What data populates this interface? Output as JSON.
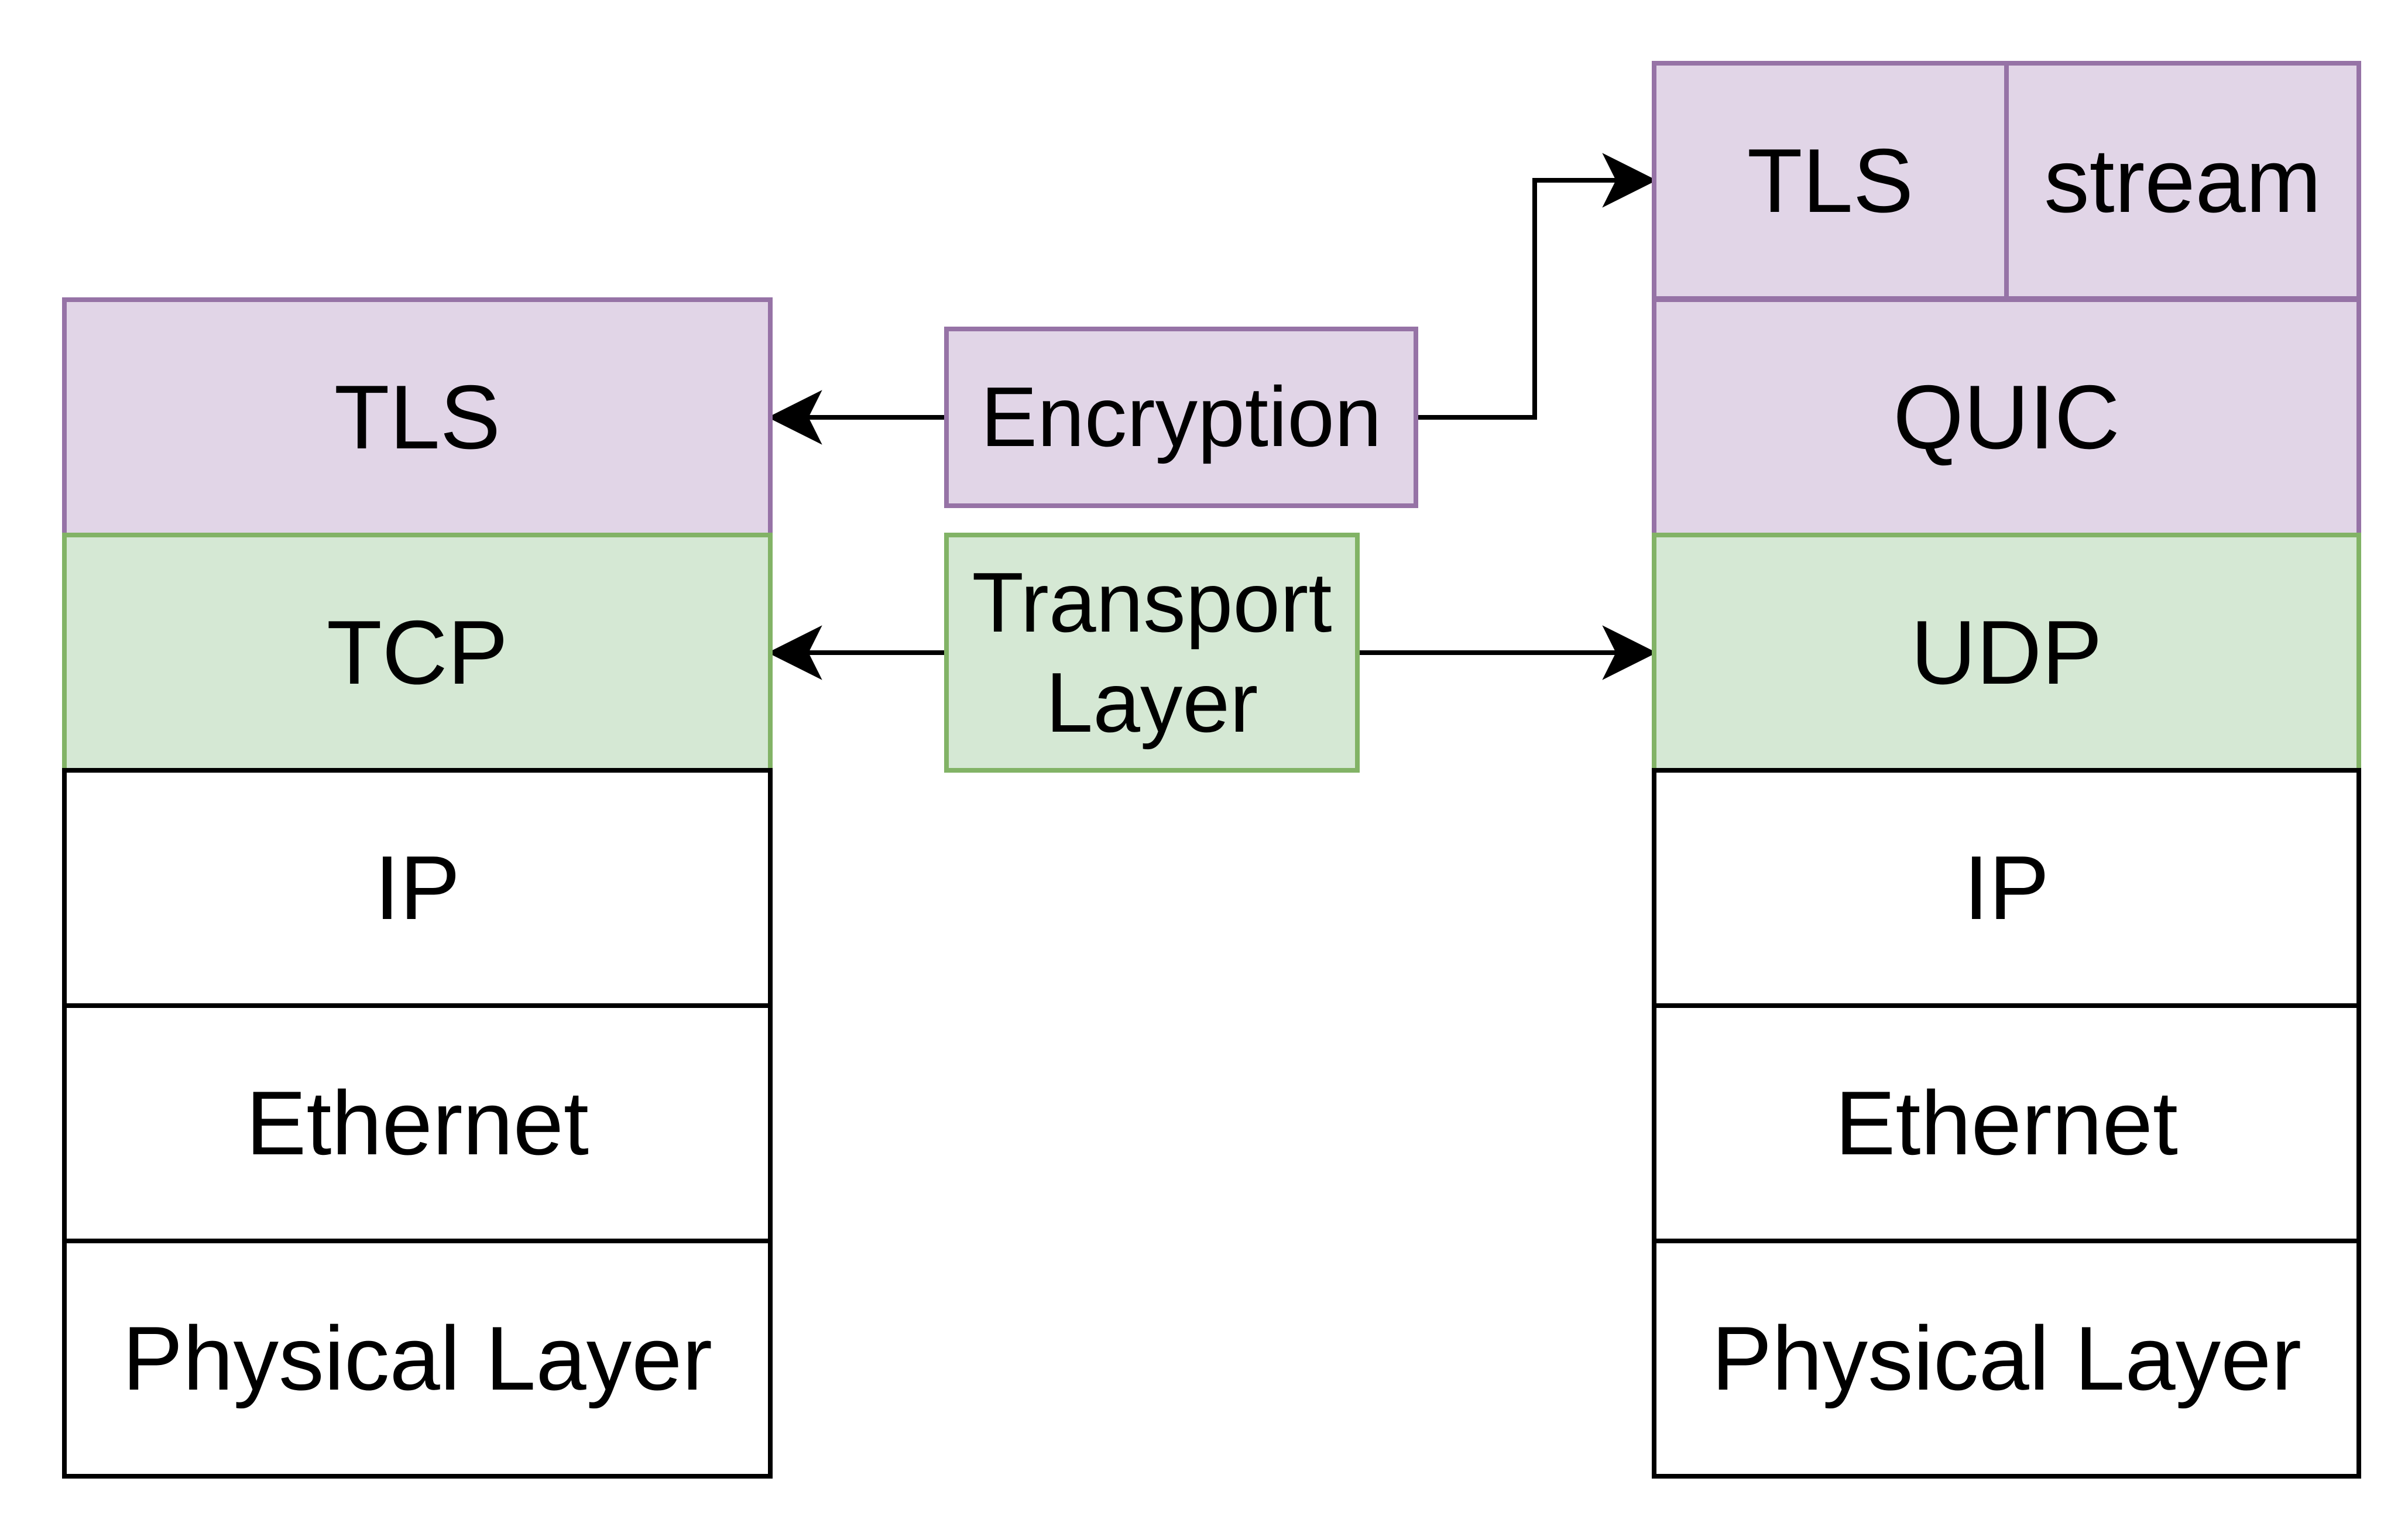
{
  "left_stack": {
    "tls": "TLS",
    "tcp": "TCP",
    "ip": "IP",
    "ethernet": "Ethernet",
    "physical": "Physical Layer"
  },
  "right_stack": {
    "tls": "TLS",
    "stream": "stream",
    "quic": "QUIC",
    "udp": "UDP",
    "ip": "IP",
    "ethernet": "Ethernet",
    "physical": "Physical Layer"
  },
  "middle": {
    "encryption": "Encryption",
    "transport_line1": "Transport",
    "transport_line2": "Layer"
  },
  "colors": {
    "encryption_fill": "#e1d5e7",
    "encryption_border": "#9673a6",
    "transport_fill": "#d5e8d4",
    "transport_border": "#82b366",
    "plain_border": "#000000"
  }
}
